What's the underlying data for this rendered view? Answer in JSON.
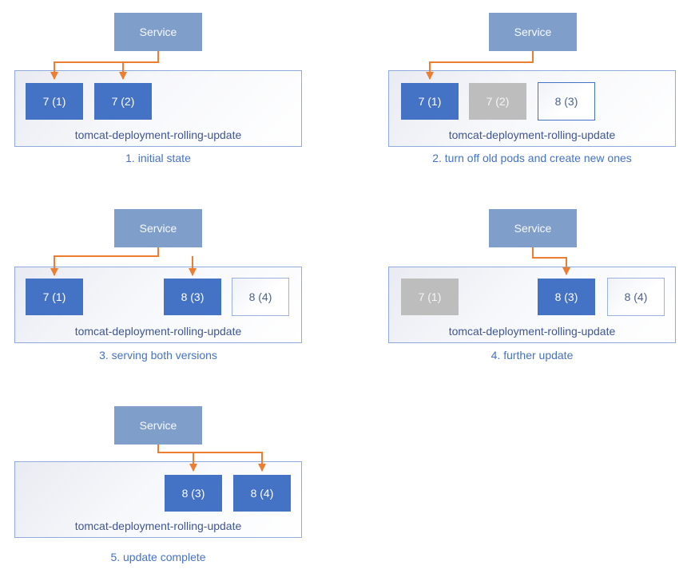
{
  "colors": {
    "service_fill": "#7F9EC9",
    "pod_running": "#4472C4",
    "pod_terminated": "#BDBDBD",
    "pod_creating_border": "#9DB2DE",
    "arrow": "#ED7D31",
    "caption_text": "#4472C4",
    "deployment_text": "#3E5693"
  },
  "panels": [
    {
      "caption": "1. initial state",
      "service_label": "Service",
      "deployment_label": "tomcat-deployment-rolling-update",
      "pods": [
        {
          "label": "7 (1)",
          "state": "running"
        },
        {
          "label": "7 (2)",
          "state": "running"
        }
      ]
    },
    {
      "caption": "2. turn off old pods and create new ones",
      "service_label": "Service",
      "deployment_label": "tomcat-deployment-rolling-update",
      "pods": [
        {
          "label": "7 (1)",
          "state": "running"
        },
        {
          "label": "7 (2)",
          "state": "terminated"
        },
        {
          "label": "8 (3)",
          "state": "creating"
        }
      ]
    },
    {
      "caption": "3. serving both versions",
      "service_label": "Service",
      "deployment_label": "tomcat-deployment-rolling-update",
      "pods": [
        {
          "label": "7 (1)",
          "state": "running"
        },
        {
          "label": "8 (3)",
          "state": "running"
        },
        {
          "label": "8 (4)",
          "state": "creating"
        }
      ]
    },
    {
      "caption": "4. further update",
      "service_label": "Service",
      "deployment_label": "tomcat-deployment-rolling-update",
      "pods": [
        {
          "label": "7 (1)",
          "state": "terminated"
        },
        {
          "label": "8 (3)",
          "state": "running"
        },
        {
          "label": "8 (4)",
          "state": "creating"
        }
      ]
    },
    {
      "caption": "5. update complete",
      "service_label": "Service",
      "deployment_label": "tomcat-deployment-rolling-update",
      "pods": [
        {
          "label": "8 (3)",
          "state": "running"
        },
        {
          "label": "8 (4)",
          "state": "running"
        }
      ]
    }
  ]
}
